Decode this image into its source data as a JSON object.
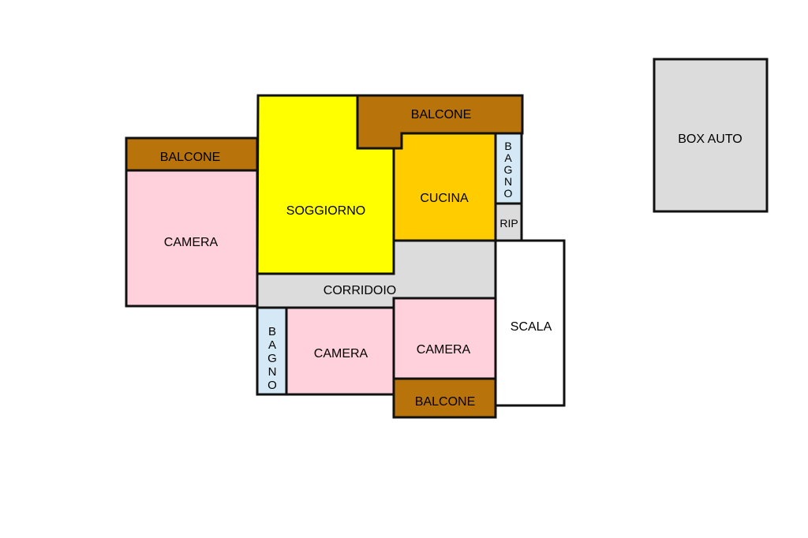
{
  "colors": {
    "balcony": "#b8730a",
    "living": "#ffff00",
    "kitchen": "#ffcc00",
    "bedroom": "#ffd1dc",
    "bathroom": "#d4e8f5",
    "grey": "#dcdcdc",
    "stairs": "#ffffff",
    "wall": "#111111"
  },
  "rooms": {
    "balcone_top": "BALCONE",
    "balcone_left": "BALCONE",
    "balcone_bottom": "BALCONE",
    "soggiorno": "SOGGIORNO",
    "cucina": "CUCINA",
    "camera_left": "CAMERA",
    "camera_mid": "CAMERA",
    "camera_right": "CAMERA",
    "corridoio": "CORRIDOIO",
    "rip": "RIP",
    "scala": "SCALA",
    "box_auto": "BOX AUTO",
    "bagno_left_letters": [
      "B",
      "A",
      "G",
      "N",
      "O"
    ],
    "bagno_right_letters": [
      "B",
      "A",
      "G",
      "N",
      "O"
    ]
  }
}
